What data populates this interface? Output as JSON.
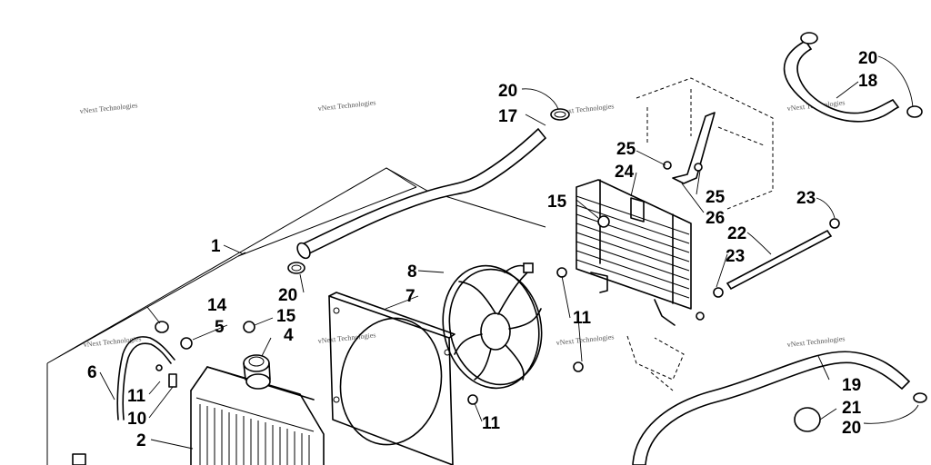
{
  "watermark": "vNext Technologies",
  "callouts": {
    "c1": "1",
    "c2": "2",
    "c4": "4",
    "c5": "5",
    "c6": "6",
    "c7": "7",
    "c8": "8",
    "c10": "10",
    "c11a": "11",
    "c11b": "11",
    "c11c": "11",
    "c14": "14",
    "c15a": "15",
    "c15b": "15",
    "c17": "17",
    "c18": "18",
    "c19": "19",
    "c20a": "20",
    "c20b": "20",
    "c20c": "20",
    "c20d": "20",
    "c21": "21",
    "c22": "22",
    "c23a": "23",
    "c23b": "23",
    "c24": "24",
    "c25a": "25",
    "c25b": "25",
    "c26": "26"
  }
}
